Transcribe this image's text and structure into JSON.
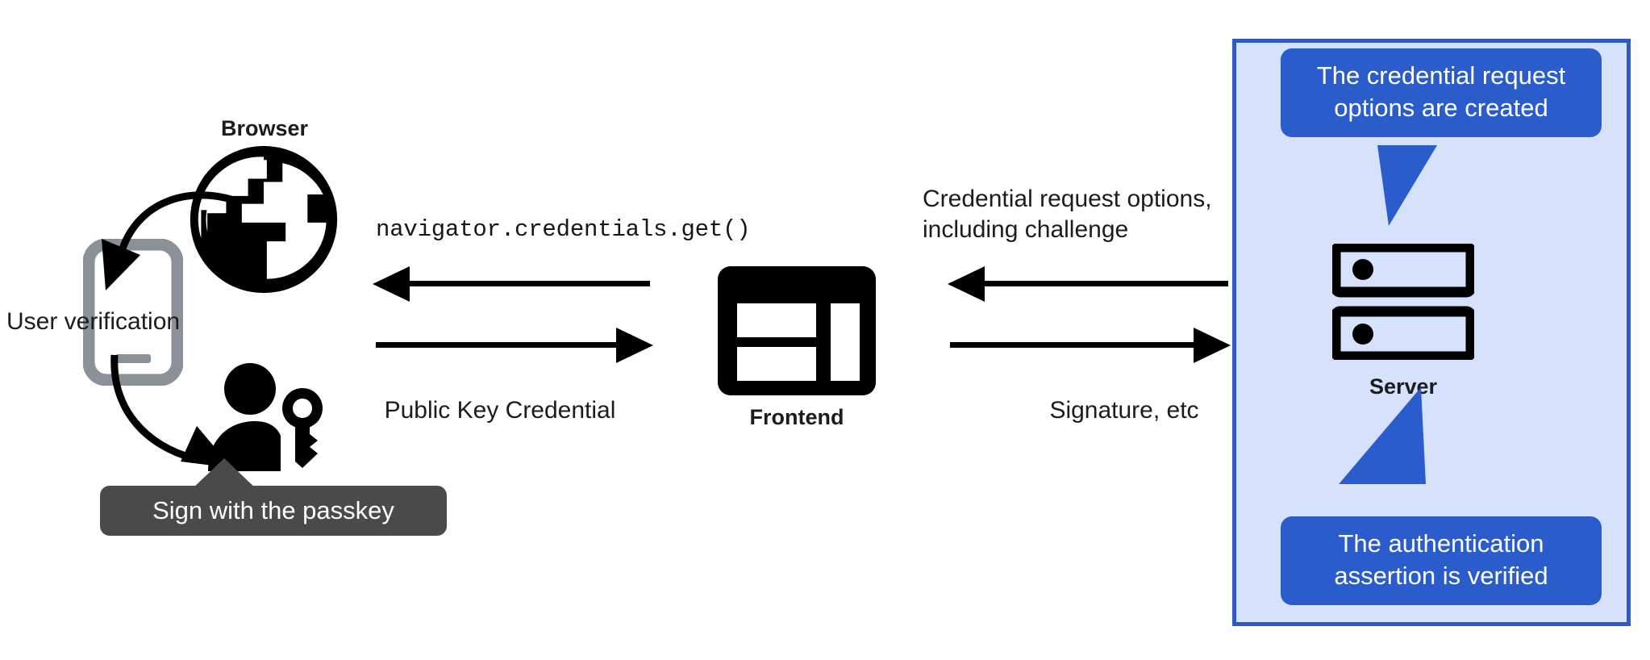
{
  "diagram": {
    "title": "WebAuthn passkey authentication flow",
    "colors": {
      "panel_fill": "#d6e2fb",
      "panel_border": "#2f5ac8",
      "callout_blue": "#2b5ccc",
      "tooltip_gray": "#4a4a4a",
      "phone_gray": "#8a9199",
      "ink": "#000000"
    }
  },
  "client": {
    "browser_label": "Browser",
    "user_verification_label": "User verification",
    "passkey_tooltip": "Sign with the passkey",
    "icons": {
      "browser": "globe-icon",
      "phone": "mobile-phone-icon",
      "user_key": "person-with-key-icon",
      "curve_top": "curved-arrow-browser-to-phone",
      "curve_bottom": "curved-arrow-phone-to-user"
    }
  },
  "frontend": {
    "label": "Frontend",
    "icon": "web-layout-icon"
  },
  "server": {
    "label": "Server",
    "icon": "server-rack-icon",
    "callout_top": "The credential request\noptions are created",
    "callout_bottom": "The authentication\nassertion is verified"
  },
  "flows": {
    "left": {
      "top_label": "navigator.credentials.get()",
      "top_direction": "left",
      "bottom_label": "Public Key Credential",
      "bottom_direction": "right"
    },
    "right": {
      "top_label": "Credential request options,\nincluding challenge",
      "top_direction": "left",
      "bottom_label": "Signature, etc",
      "bottom_direction": "right"
    }
  }
}
